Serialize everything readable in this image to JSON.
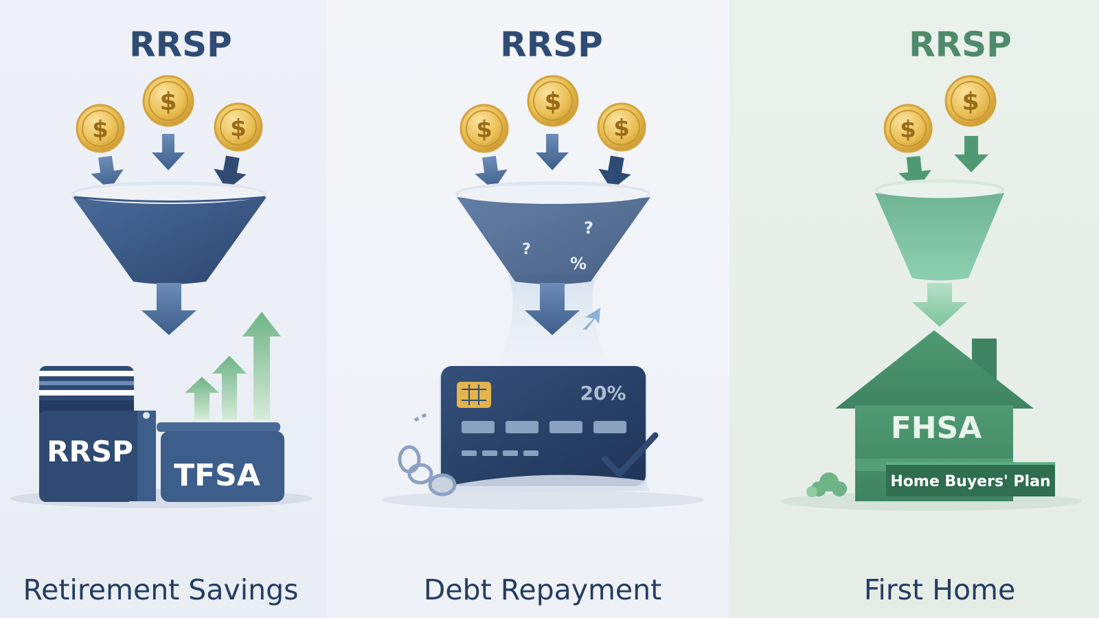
{
  "panels": [
    {
      "heading": "RRSP",
      "footer": "Retirement Savings",
      "account_left": "RRSP",
      "account_right": "TFSA",
      "coin_symbol": "$",
      "color": "#2f4b73"
    },
    {
      "heading": "RRSP",
      "footer": "Debt Repayment",
      "card_rate": "20%",
      "coin_symbol": "$",
      "color": "#2f4b73"
    },
    {
      "heading": "RRSP",
      "footer": "First Home",
      "house_label": "FHSA",
      "plan_label": "Home Buyers' Plan",
      "coin_symbol": "$",
      "color": "#3f7e5c"
    }
  ],
  "swirl_glyphs": [
    "%",
    "?",
    "?"
  ]
}
